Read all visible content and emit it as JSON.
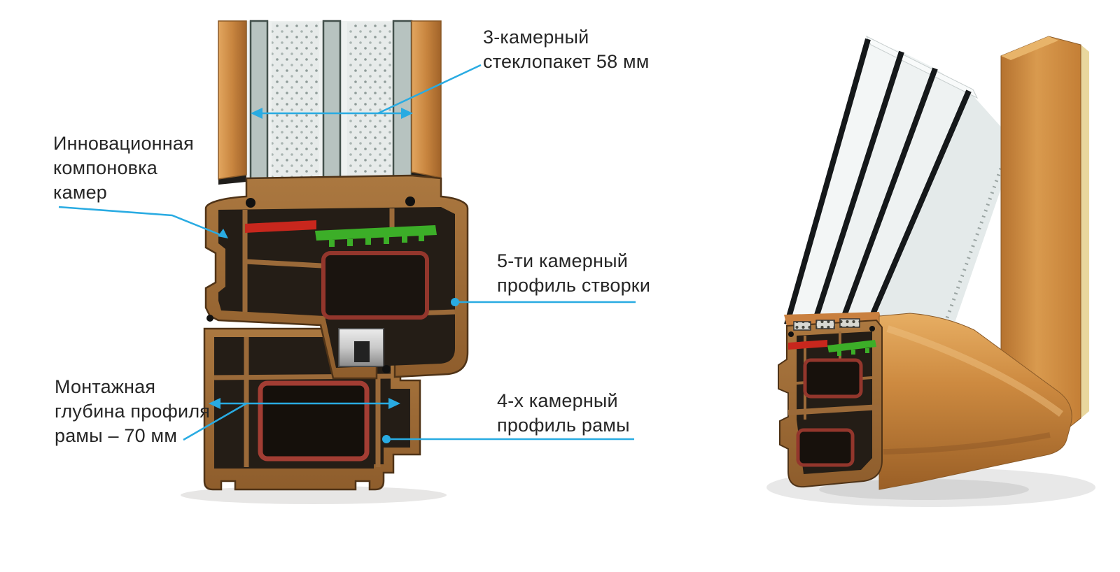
{
  "colors": {
    "callout_blue": "#29abe2",
    "label_text": "#262626",
    "wood": "#c8853f",
    "pvc_brown": "#9a6a38",
    "chamber_dark": "#241d16",
    "gasket_red": "#c8271d",
    "gasket_green": "#3cae28",
    "reinforcement_red": "#93362c",
    "glass": "#b7c3c0",
    "background": "#ffffff"
  },
  "diagram": {
    "labels": {
      "glazing": "3-камерный\nстеклопакет 58 мм",
      "chambers": "Инновационная\nкомпоновка\nкамер",
      "sash": "5-ти камерный\nпрофиль створки",
      "depth": "Монтажная\nглубина профиля\nрамы – 70 мм",
      "frame": "4-х камерный\nпрофиль рамы"
    },
    "illustrations": {
      "left": "window-profile-cross-section-diagram",
      "right": "window-corner-3d-render"
    }
  }
}
